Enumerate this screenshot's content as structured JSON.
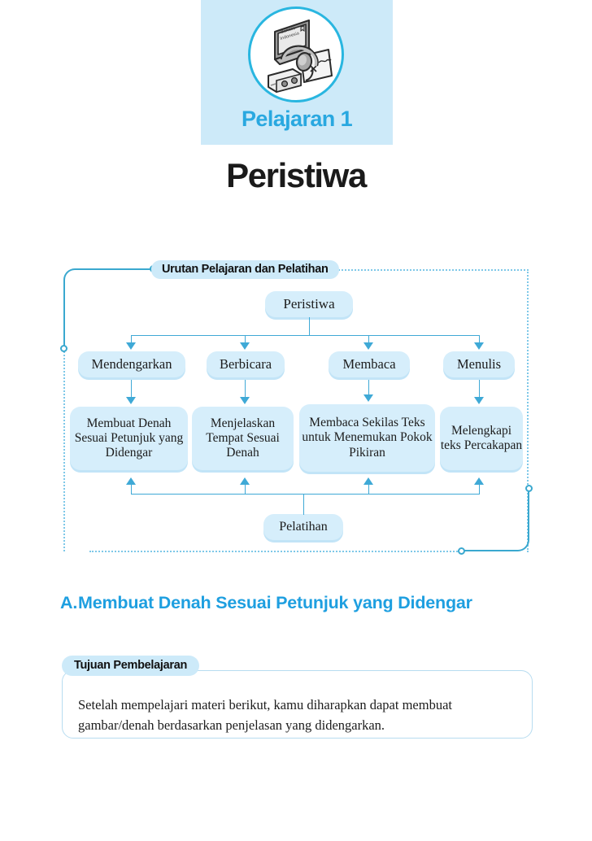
{
  "header": {
    "lesson_label": "Pelajaran 1",
    "page_title": "Peristiwa",
    "banner_color": "#cdeaf9",
    "accent_color": "#29a8e0",
    "icon_name": "book-headphones-cassette-illustration"
  },
  "flowchart": {
    "label": "Urutan Pelajaran dan Pelatihan",
    "root": "Peristiwa",
    "level1": [
      "Mendengarkan",
      "Berbicara",
      "Membaca",
      "Menulis"
    ],
    "level2": [
      "Membuat Denah Sesuai Petunjuk yang Didengar",
      "Menjelaskan Tempat Sesuai Denah",
      "Membaca Sekilas Teks untuk Menemukan Pokok Pikiran",
      "Melengkapi teks Percakapan"
    ],
    "bottom": "Pelatihan",
    "node_color": "#d6eefb",
    "line_color": "#3fa9d6",
    "frame_color": "#7ec8e8"
  },
  "section": {
    "letter": "A.",
    "heading": "Membuat Denah Sesuai Petunjuk yang Didengar",
    "heading_color": "#1e9fe0",
    "objective_label": "Tujuan Pembelajaran",
    "objective_text": "Setelah mempelajari materi berikut, kamu diharapkan dapat membuat gambar/denah berdasarkan penjelasan yang didengarkan."
  }
}
